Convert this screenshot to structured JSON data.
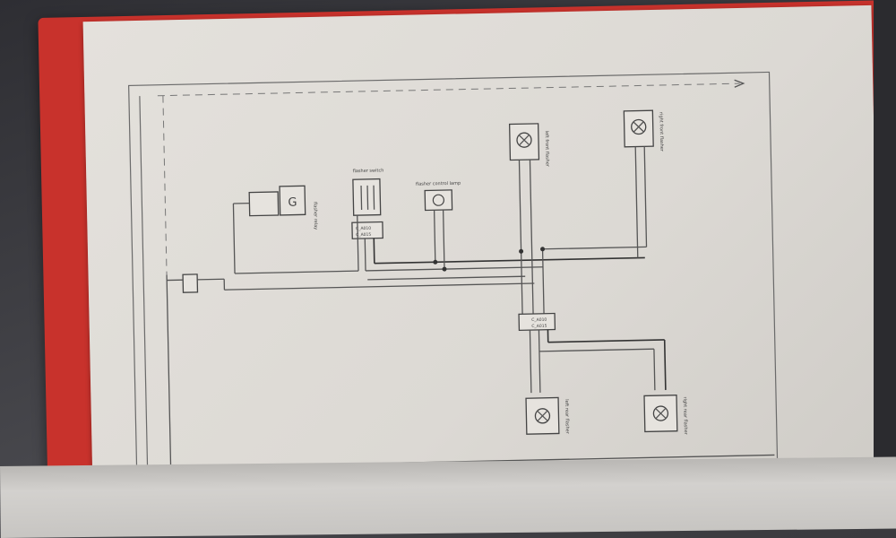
{
  "diagram": {
    "components": {
      "flasher_relay": "flasher relay",
      "flasher_switch": "flasher switch",
      "flasher_control_lamp": "flasher control lamp",
      "left_front_flasher": "left front flasher",
      "right_front_flasher": "right front flasher",
      "left_rear_flasher": "left rear flasher",
      "right_rear_flasher": "right rear flasher"
    },
    "relay_symbol": "G",
    "connector_labels": {
      "switch_conn_a": "C_A010",
      "switch_conn_b": "C_A015",
      "rear_conn_a": "C_A010",
      "rear_conn_b": "C_A015"
    }
  },
  "colors": {
    "binder": "#c8322c",
    "paper": "#e2dfda",
    "ink": "#444444"
  }
}
